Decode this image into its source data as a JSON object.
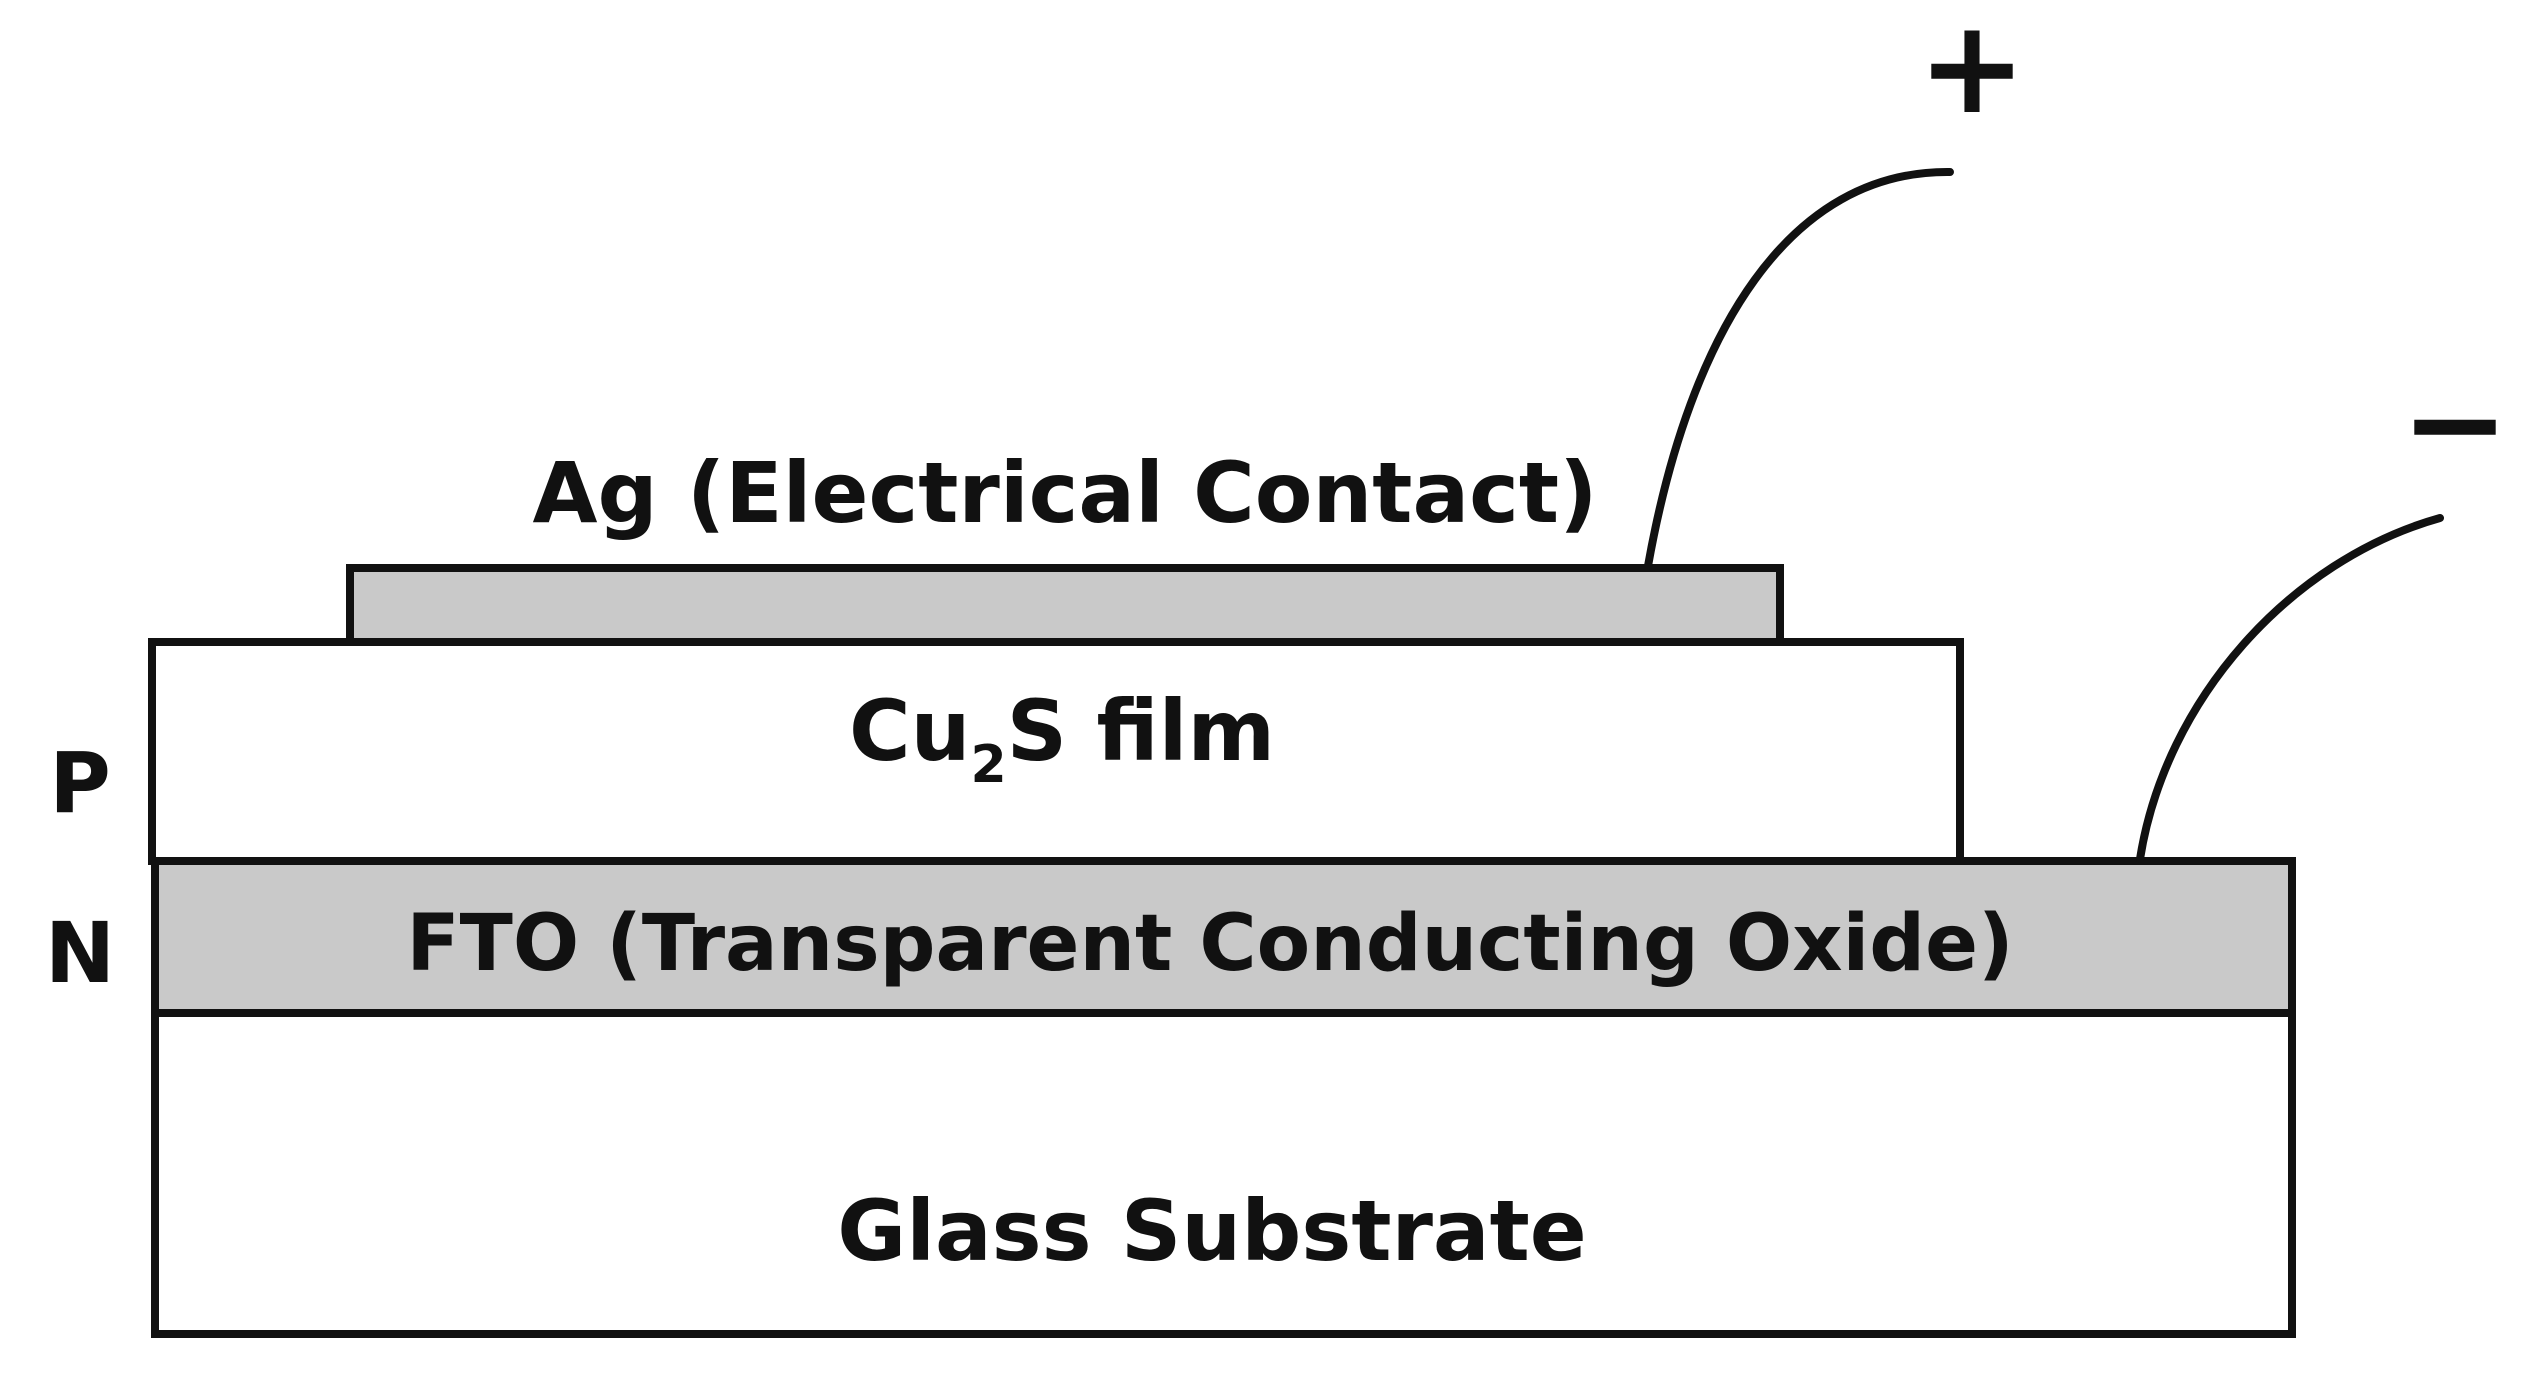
{
  "layers": {
    "ag": {
      "label": "Ag (Electrical Contact)",
      "fill": "#c9c9c9"
    },
    "cu2s": {
      "label_main": "Cu",
      "label_sub": "2",
      "label_rest": "S film",
      "fill": "#ffffff"
    },
    "fto": {
      "label": "FTO (Transparent Conducting Oxide)",
      "fill": "#c9c9c9"
    },
    "glass": {
      "label": "Glass Substrate",
      "fill": "#ffffff"
    }
  },
  "side_labels": {
    "p": "P",
    "n": "N"
  },
  "terminals": {
    "positive": "+",
    "negative": "−"
  },
  "colors": {
    "stroke": "#111111",
    "gray_layer": "#c9c9c9",
    "text": "#111111"
  }
}
